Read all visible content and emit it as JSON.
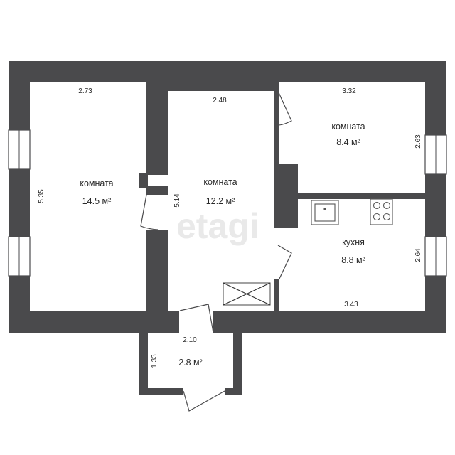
{
  "watermark": "etagi",
  "rooms": [
    {
      "name": "комната",
      "area": "14.5 м²"
    },
    {
      "name": "комната",
      "area": "12.2 м²"
    },
    {
      "name": "комната",
      "area": "8.4 м²"
    },
    {
      "name": "кухня",
      "area": "8.8 м²"
    },
    {
      "name": "",
      "area": "2.8 м²"
    }
  ],
  "dimensions": {
    "room1_top": "2.73",
    "room1_side": "5.35",
    "room2_top": "2.48",
    "room2_side": "5.14",
    "room3_top": "3.32",
    "room3_side": "2.63",
    "kitchen_side": "2.64",
    "kitchen_bottom": "3.43",
    "vestibule_top": "2.10",
    "vestibule_side": "1.33"
  },
  "colors": {
    "wall": "#4a4a4c",
    "window": "#ffffff"
  }
}
